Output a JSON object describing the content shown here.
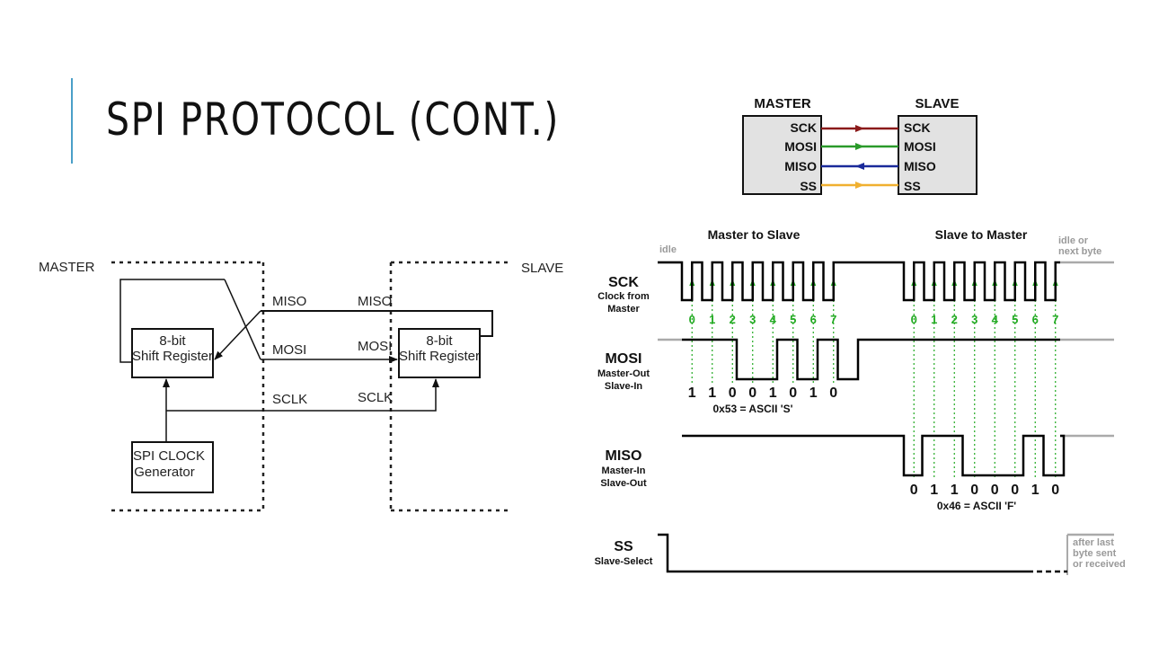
{
  "slide": {
    "title": "SPI PROTOCOL (CONT.)"
  },
  "block_diagram": {
    "master_label": "MASTER",
    "slave_label": "SLAVE",
    "master_register": [
      "8-bit",
      "Shift Register"
    ],
    "slave_register": [
      "8-bit",
      "Shift Register"
    ],
    "clock_generator": [
      "SPI CLOCK",
      "Generator"
    ],
    "signals": {
      "miso_master": "MISO",
      "miso_slave": "MISO",
      "mosi_master": "MOSI",
      "mosi_slave": "MOSI",
      "sclk_master": "SCLK",
      "sclk_slave": "SCLK"
    }
  },
  "connection_diagram": {
    "master_title": "MASTER",
    "slave_title": "SLAVE",
    "lines": [
      {
        "master": "SCK",
        "slave": "SCK",
        "color": "#8b1a1a",
        "direction": "to-slave"
      },
      {
        "master": "MOSI",
        "slave": "MOSI",
        "color": "#2a9a2a",
        "direction": "to-slave"
      },
      {
        "master": "MISO",
        "slave": "MISO",
        "color": "#1a2a9a",
        "direction": "to-master"
      },
      {
        "master": "SS",
        "slave": "SS",
        "color": "#f0b030",
        "direction": "to-slave"
      }
    ]
  },
  "timing": {
    "master_to_slave": "Master to Slave",
    "slave_to_master": "Slave to Master",
    "idle": "idle",
    "idle_or_next": [
      "idle or",
      "next byte"
    ],
    "sck": {
      "name": "SCK",
      "desc": [
        "Clock from",
        "Master"
      ]
    },
    "mosi": {
      "name": "MOSI",
      "desc": [
        "Master-Out",
        "Slave-In"
      ],
      "bits": [
        "1",
        "1",
        "0",
        "0",
        "1",
        "0",
        "1",
        "0"
      ],
      "value": "0x53 = ASCII 'S'"
    },
    "miso": {
      "name": "MISO",
      "desc": [
        "Master-In",
        "Slave-Out"
      ],
      "bits": [
        "0",
        "1",
        "1",
        "0",
        "0",
        "0",
        "1",
        "0"
      ],
      "value": "0x46 = ASCII 'F'"
    },
    "ss": {
      "name": "SS",
      "desc": [
        "Slave-Select"
      ]
    },
    "after_note": [
      "after last",
      "byte sent",
      "or received"
    ],
    "bit_indices": [
      "0",
      "1",
      "2",
      "3",
      "4",
      "5",
      "6",
      "7"
    ],
    "colors": {
      "guide": "#22aa22",
      "idle_line": "#aaaaaa",
      "signal": "#000000"
    }
  }
}
